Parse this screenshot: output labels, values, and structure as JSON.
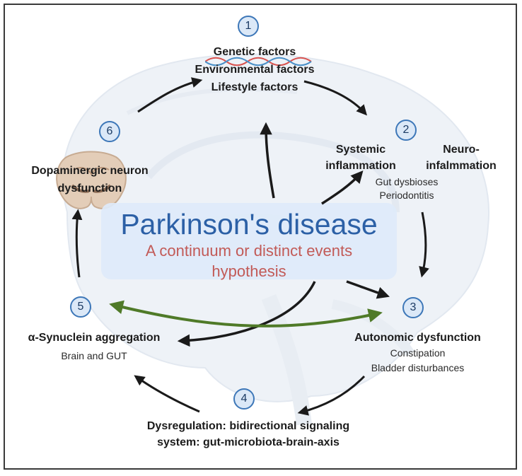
{
  "center": {
    "title": "Parkinson's disease",
    "subtitle_line1": "A continuum or distinct events",
    "subtitle_line2": "hypothesis"
  },
  "nodes": [
    {
      "number": "1",
      "lines": [
        "Genetic factors",
        "Environmental factors",
        "Lifestyle factors"
      ]
    },
    {
      "number": "2",
      "title_a_line1": "Systemic",
      "title_a_line2": "inflammation",
      "title_b_line1": "Neuro-",
      "title_b_line2": "infalmmation",
      "details": [
        "Gut dysbioses",
        "Periodontitis"
      ]
    },
    {
      "number": "3",
      "title": "Autonomic dysfunction",
      "details": [
        "Constipation",
        "Bladder disturbances"
      ]
    },
    {
      "number": "4",
      "lines": [
        "Dysregulation: bidirectional signaling",
        "system: gut-microbiota-brain-axis"
      ]
    },
    {
      "number": "5",
      "title": "α-Synuclein aggregation",
      "details": [
        "Brain and GUT"
      ]
    },
    {
      "number": "6",
      "lines": [
        "Dopaminergic neuron",
        "dysfunction"
      ]
    }
  ],
  "colors": {
    "cycle_arrow": "#1a1a1a",
    "bidirectional_arrow": "#4f7a28",
    "number_badge_fill": "#dbe8f7",
    "number_badge_border": "#3d77b8",
    "title_blue": "#2c60a6",
    "subtitle_red": "#c25a57",
    "brain_background": "#eef2f7",
    "neuron_tissue": "#e3cdb8"
  },
  "icons": [
    "brain-background-icon",
    "dna-strand-icon",
    "midbrain-section-icon"
  ]
}
